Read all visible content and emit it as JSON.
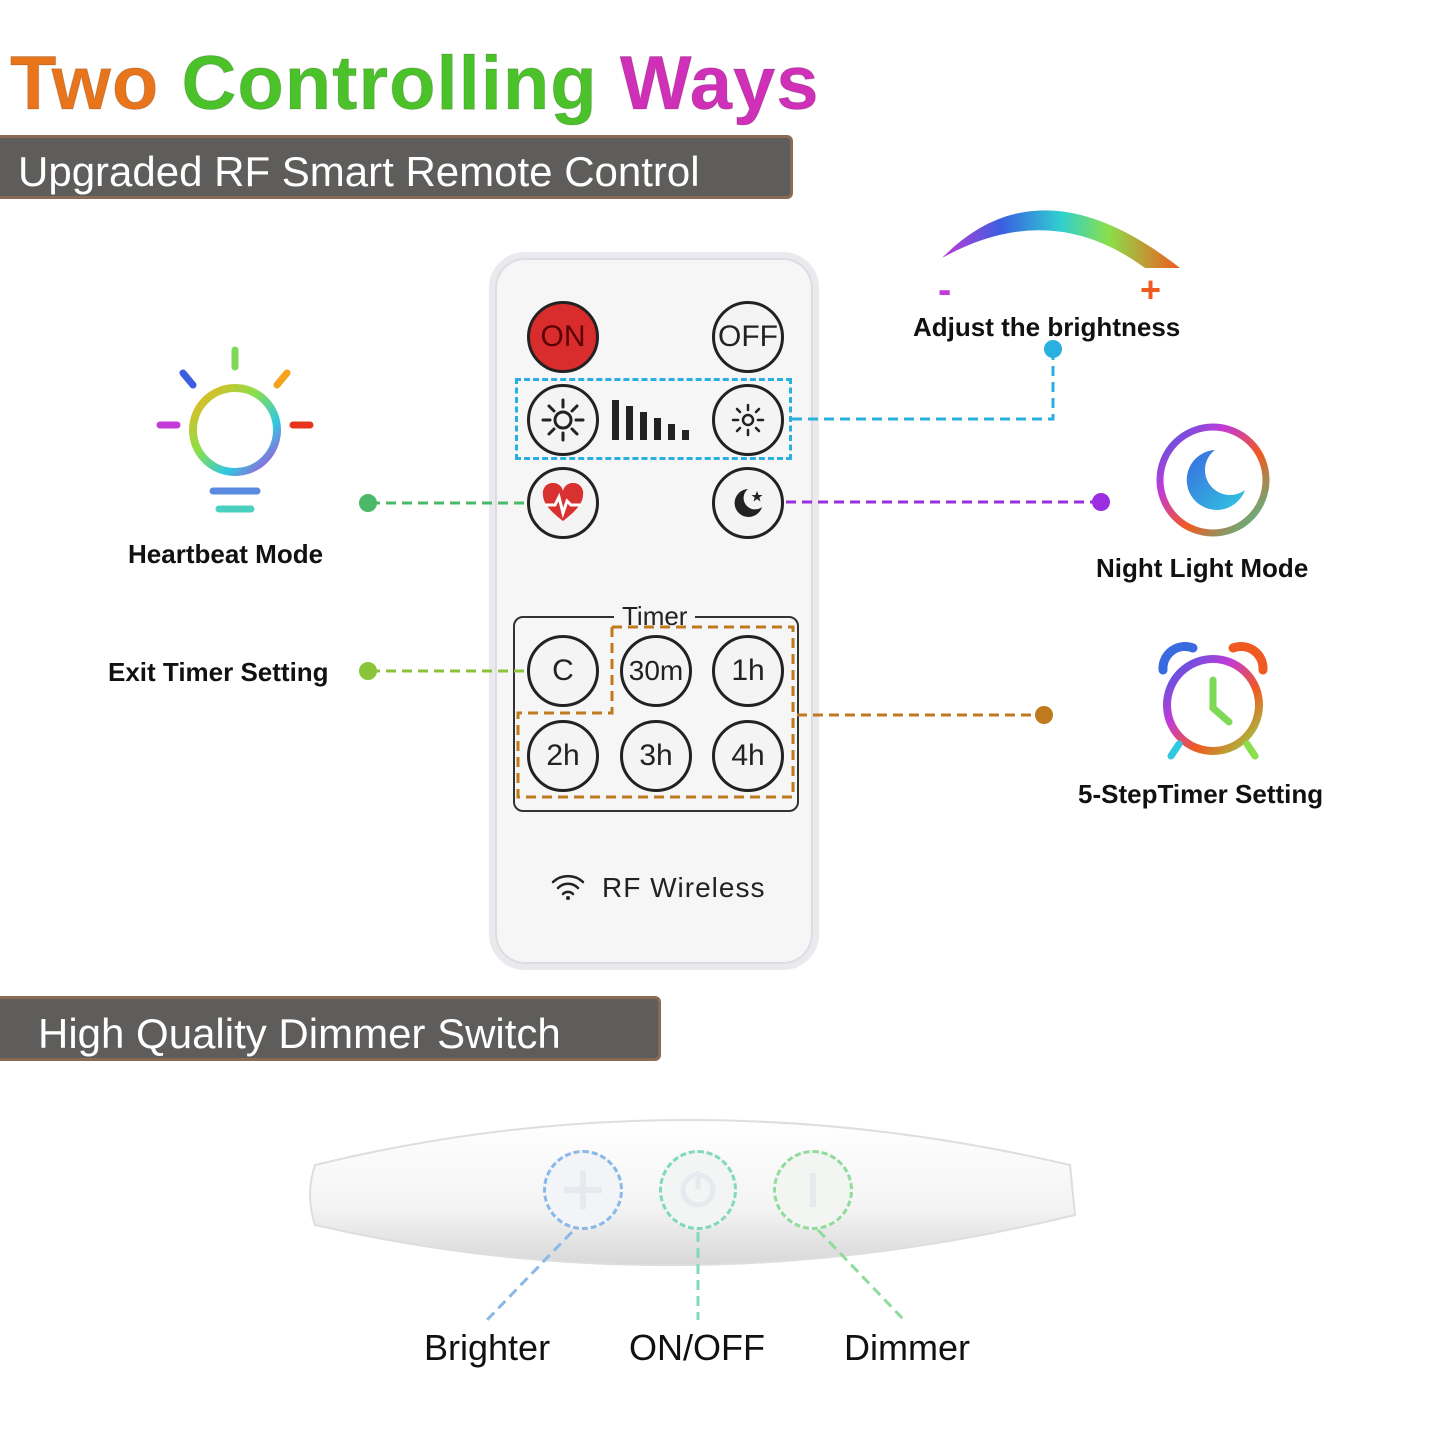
{
  "title": {
    "words": [
      {
        "text": "Two",
        "color": "#e8741c"
      },
      {
        "text": "Controlling",
        "color": "#5bc62b"
      },
      {
        "text": "Ways",
        "color": "#d02fb8"
      }
    ]
  },
  "sections": {
    "remote_title": "Upgraded RF Smart Remote Control",
    "dimmer_title": "High Quality Dimmer Switch"
  },
  "remote": {
    "on_label": "ON",
    "off_label": "OFF",
    "timer_label": "Timer",
    "timer_buttons": [
      "C",
      "30m",
      "1h",
      "2h",
      "3h",
      "4h"
    ],
    "footer": "RF Wireless"
  },
  "callouts": {
    "brightness": "Adjust the brightness",
    "brightness_minus": "-",
    "brightness_plus": "+",
    "heartbeat": "Heartbeat Mode",
    "night_light": "Night Light Mode",
    "exit_timer": "Exit Timer Setting",
    "timer_setting": "5-StepTimer Setting"
  },
  "dimmer": {
    "brighter": "Brighter",
    "on_off": "ON/OFF",
    "dimmer": "Dimmer"
  },
  "colors": {
    "banner": "#5e5d5b",
    "blue_line": "#29b0e0",
    "purple_line": "#9a2ee0",
    "green_line": "#4aba6a",
    "lime_line": "#8ac43a",
    "orange_line": "#c07a1e",
    "on_button": "#d92c2c"
  }
}
